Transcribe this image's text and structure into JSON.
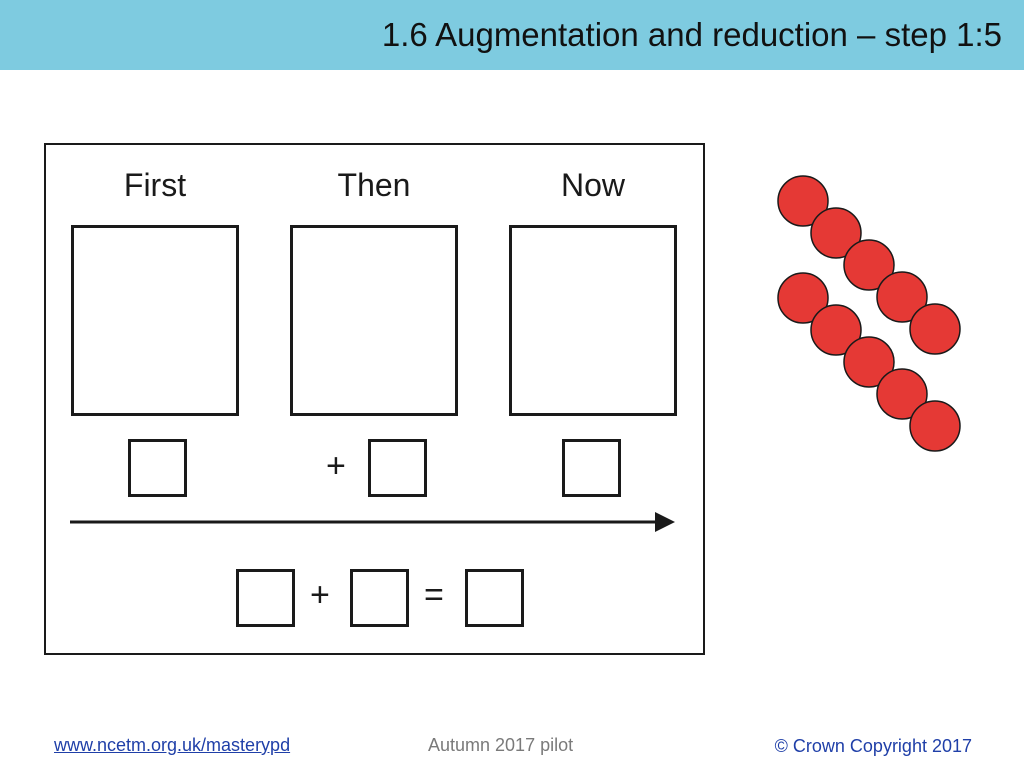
{
  "header": {
    "title": "1.6 Augmentation and reduction – step 1:5",
    "background_color": "#7ecbe0"
  },
  "frame": {
    "headings": {
      "first": "First",
      "then": "Then",
      "now": "Now"
    },
    "plus_symbol": "+",
    "equals_symbol": "=",
    "arrow_icon": "right-arrow-icon"
  },
  "counters": {
    "color": "#e53935",
    "upper_row_count": 5,
    "lower_row_count": 5
  },
  "footer": {
    "link": "www.ncetm.org.uk/masterypd",
    "middle": "Autumn 2017 pilot",
    "copyright": "© Crown Copyright 2017"
  }
}
